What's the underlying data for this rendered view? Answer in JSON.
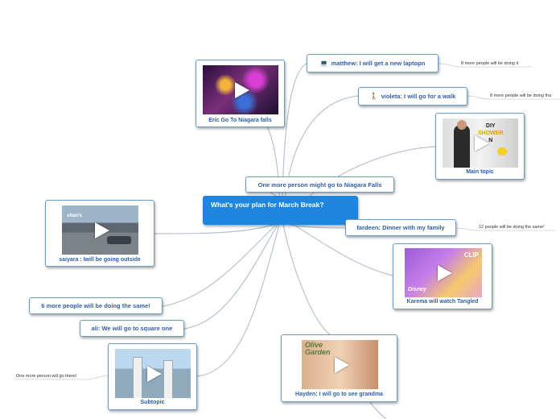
{
  "root": {
    "label": "What's your plan for March Break?"
  },
  "nodes": {
    "matthew": {
      "label": "matthew: I will get a new laptopn",
      "icon": "laptop-icon",
      "glyph": "💻"
    },
    "violeta": {
      "label": "violeta: I will go for a walk",
      "icon": "walking-person-icon",
      "glyph": "🚶"
    },
    "one_more": {
      "label": "One more person might go to Niagara Falls"
    },
    "fardeen": {
      "label": "fardeen: Dinner with my family"
    },
    "six_more": {
      "label": "6 more people will be doing the same!"
    },
    "ali": {
      "label": "ali: We will  go to square one"
    }
  },
  "cards": {
    "eric": {
      "caption": "Eric Go To Niagara falls",
      "thumb_theme": "night-lights"
    },
    "main_topic": {
      "caption": "Main topic",
      "thumb_theme": "diy-shower-n",
      "thumb_text": [
        "DIY",
        "SHOWER",
        "N"
      ]
    },
    "saiyara": {
      "caption": "saiyara : Iwill be going outside",
      "thumb_theme": "mall-parking-lot",
      "thumb_text": "shan's"
    },
    "karema": {
      "caption": "Karema will  watch Tangled",
      "thumb_theme": "tangled-clip",
      "thumb_text": [
        "CLIP",
        "Disney"
      ]
    },
    "subtopic": {
      "caption": "Subtopic",
      "thumb_theme": "city-towers"
    },
    "hayden": {
      "caption": "Hayden: I will go to see grandma",
      "thumb_theme": "olive-garden",
      "thumb_text": [
        "Olive",
        "Garden"
      ]
    }
  },
  "notes": {
    "matthew": "8 more people will be doing it",
    "violeta": "8 more people will be doing tha",
    "fardeen": "12 people will be doing the same!",
    "subtopic": "One more person will go there!"
  },
  "colors": {
    "root_bg": "#1f86e0",
    "node_text": "#2e5fa8",
    "node_border": "#6a9bc7",
    "link": "#b8c2cc"
  }
}
